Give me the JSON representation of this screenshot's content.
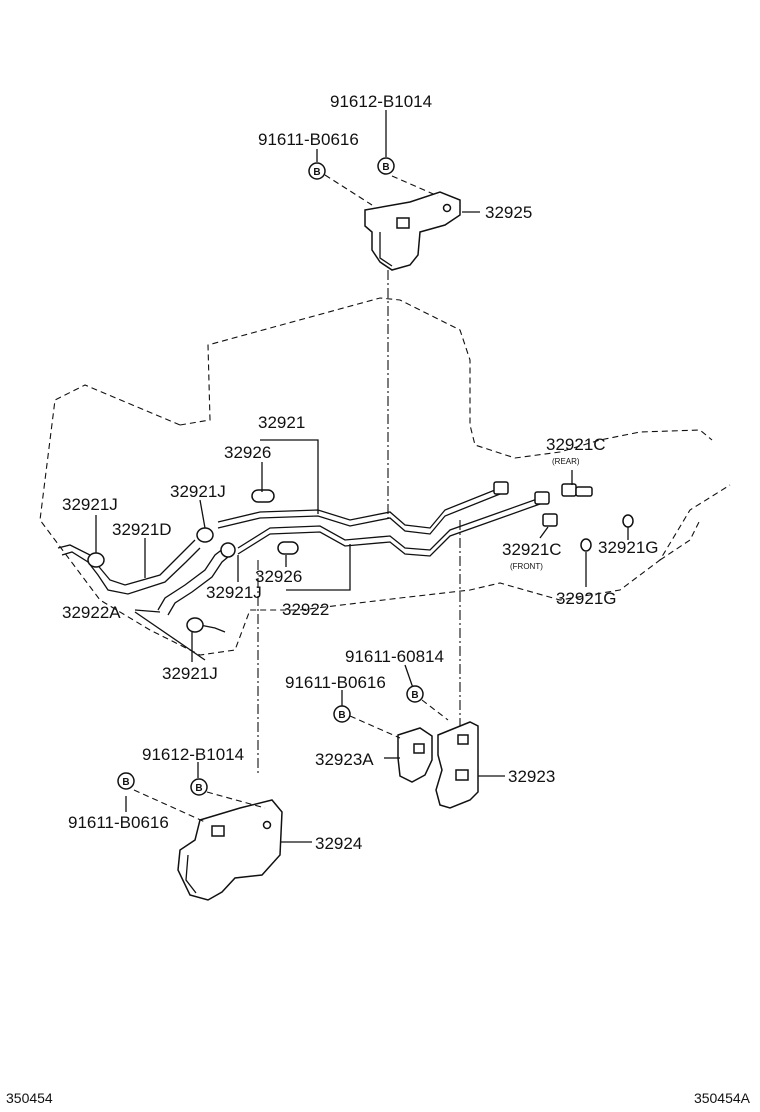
{
  "labels": {
    "p91612_top": "91612-B1014",
    "p91611_top": "91611-B0616",
    "p32925": "32925",
    "p32921": "32921",
    "p32926_a": "32926",
    "p32921j_a": "32921J",
    "p32921j_b": "32921J",
    "p32921d": "32921D",
    "p32926_b": "32926",
    "p32921j_c": "32921J",
    "p32922a": "32922A",
    "p32922": "32922",
    "p32921j_d": "32921J",
    "p32921c_rear": "32921C",
    "rear_note": "(REAR)",
    "p32921c_front": "32921C",
    "front_note": "(FRONT)",
    "p32921g_a": "32921G",
    "p32921g_b": "32921G",
    "p91611_60814": "91611-60814",
    "p91611_mid": "91611-B0616",
    "p32923a": "32923A",
    "p32923": "32923",
    "p91612_bot": "91612-B1014",
    "p91611_bot": "91611-B0616",
    "p32924": "32924"
  },
  "callout_letter": "B",
  "corners": {
    "left": "350454",
    "right": "350454A"
  }
}
